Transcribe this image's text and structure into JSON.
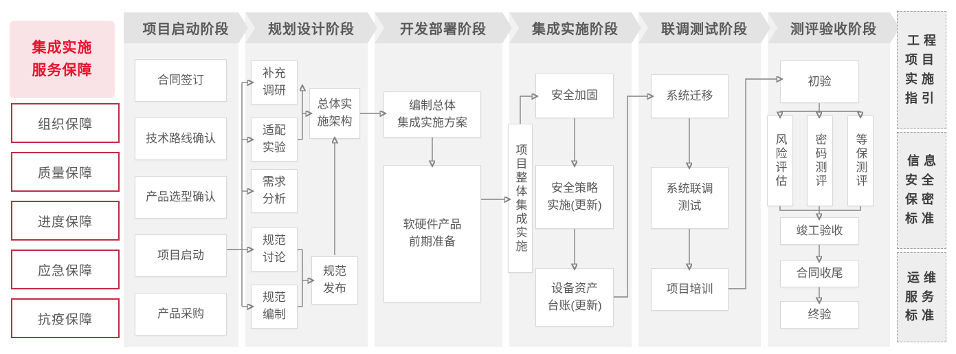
{
  "palette": {
    "accent_red": "#e8122d",
    "sidebar_pink_bg": "#fae3e7",
    "sidebar_border_red": "#c22b42",
    "banner_bg": "#e3e3e3",
    "panel_bg": "#f2f2f2",
    "box_border": "#d9d9d9",
    "text_gray": "#595959",
    "line_gray": "#828282"
  },
  "sidebar": {
    "title": "集成实施\n服务保障",
    "items": [
      "组织保障",
      "质量保障",
      "进度保障",
      "应急保障",
      "抗疫保障"
    ]
  },
  "phases": [
    {
      "label": "项目启动阶段",
      "tasks": [
        "合同签订",
        "技术路线确认",
        "产品选型确认",
        "项目启动",
        "产品采购"
      ]
    },
    {
      "label": "规划设计阶段",
      "tasks": [
        "补充\n调研",
        "适配\n实验",
        "需求\n分析",
        "规范\n讨论",
        "规范\n编制",
        "总体实\n施架构",
        "规范\n发布"
      ]
    },
    {
      "label": "开发部署阶段",
      "tasks": [
        "编制总体\n集成实施方案",
        "软硬件产品\n前期准备"
      ]
    },
    {
      "label": "集成实施阶段",
      "tasks": [
        "项目整体集成实施",
        "安全加固",
        "安全策略\n实施(更新)",
        "设备资产\n台账(更新)"
      ]
    },
    {
      "label": "联调测试阶段",
      "tasks": [
        "系统迁移",
        "系统联调\n测试",
        "项目培训"
      ]
    },
    {
      "label": "测评验收阶段",
      "tasks": [
        "初验",
        "风险评估",
        "密码测评",
        "等保测评",
        "竣工验收",
        "合同收尾",
        "终验"
      ]
    }
  ],
  "standards": [
    "工程\n项目\n实施\n指引",
    "信息\n安全\n保密\n标准",
    "运维\n服务\n标准"
  ]
}
